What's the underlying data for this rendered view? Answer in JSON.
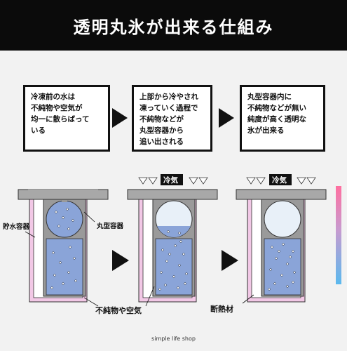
{
  "header": {
    "title": "透明丸氷が出来る仕組み"
  },
  "steps": [
    {
      "lines": [
        "冷凍前の水は",
        "不純物や空気が",
        "均一に散らばって",
        "いる"
      ]
    },
    {
      "lines": [
        "上部から冷やされ",
        "凍っていく過程で",
        "不純物などが",
        "丸型容器から",
        "追い出される"
      ]
    },
    {
      "lines": [
        "丸型容器内に",
        "不純物などが無い",
        "純度が高く透明な",
        "氷が出来る"
      ]
    }
  ],
  "labels": {
    "storage_container": "貯水容器",
    "round_mold": "丸型容器",
    "impurities_air": "不純物や空気",
    "insulation": "断熱材",
    "cold_air_1": "冷気",
    "cold_air_2": "冷気"
  },
  "footer": {
    "text": "simple life shop"
  },
  "colors": {
    "water": "#8aa4d8",
    "ice": "#e8f0f8",
    "insulation": "#f2c8e6",
    "gauge_top": "#ff6fa0",
    "gauge_bottom": "#5ab9ee"
  }
}
